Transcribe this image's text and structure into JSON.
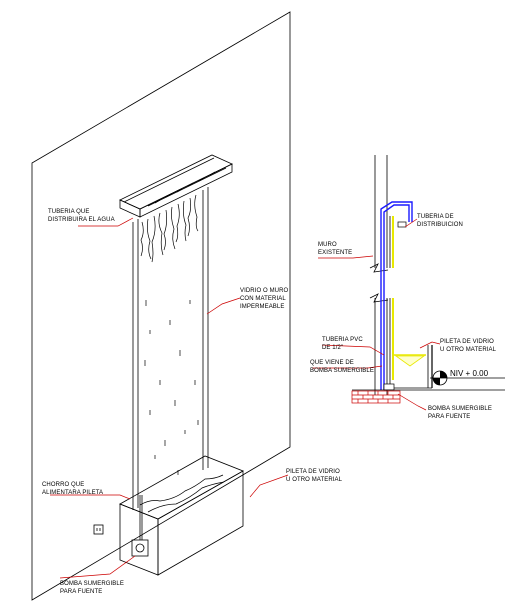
{
  "labels": {
    "tuberia_distribuye_1": "TUBERIA QUE",
    "tuberia_distribuye_2": "DISTRIBUIRA EL AGUA",
    "vidrio_muro_1": "VIDRIO O MURO",
    "vidrio_muro_2": "CON MATERIAL",
    "vidrio_muro_3": "IMPERMEABLE",
    "chorro_1": "CHORRO QUE",
    "chorro_2": "ALIMENTARA PILETA",
    "pileta_left_1": "PILETA DE VIDRIO",
    "pileta_left_2": "U OTRO MATERIAL",
    "bomba_left_1": "BOMBA SUMERGIBLE",
    "bomba_left_2": "PARA FUENTE",
    "tuberia_distrib_1": "TUBERIA DE",
    "tuberia_distrib_2": "DISTRIBUICION",
    "muro_1": "MURO",
    "muro_2": "EXISTENTE",
    "pvc_1": "TUBERIA PVC",
    "pvc_2": "DE 1/2\"",
    "viene_1": "QUE VIENE DE",
    "viene_2": "BOMBA SUMERGIBLE",
    "pileta_right_1": "PILETA DE VIDRIO",
    "pileta_right_2": "U OTRO MATERIAL",
    "bomba_right_1": "BOMBA SUMERGIBLE",
    "bomba_right_2": "PARA FUENTE",
    "nivel": "NIV + 0.00"
  },
  "colors": {
    "leader": "#cc0000",
    "water": "#e8e800",
    "pipe": "#1a1aff",
    "brick": "#cc0000",
    "line": "#000000"
  }
}
